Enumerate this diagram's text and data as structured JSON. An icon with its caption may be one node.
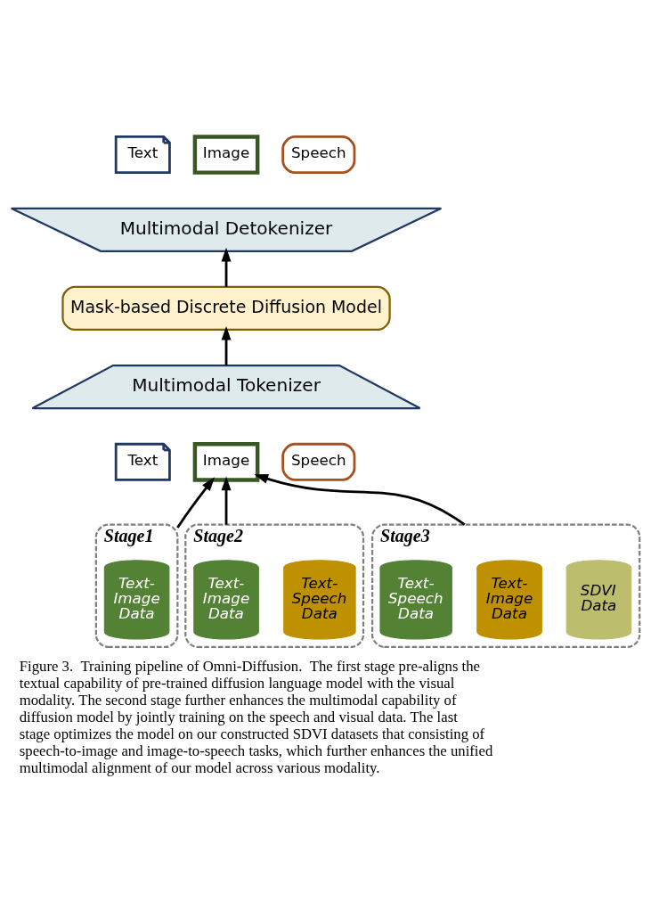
{
  "diagram": {
    "caption": "Figure 3.  Training pipeline of Omni-Diffusion.  The first stage pre-aligns the textual capability of pre-trained diffusion language model with the visual modality. The second stage further enhances the multimodal capability of diffusion model by jointly training on the speech and visual data. The last stage optimizes the model on our constructed SDVI datasets that consisting of speech-to-image and image-to-speech tasks, which further enhances the unified multimodal alignment of our model across various modality.",
    "nodes": [
      {
        "text": [
          "Text"
        ]
      },
      {
        "text": [
          "Image"
        ]
      },
      {
        "text": [
          "Speech"
        ]
      },
      {
        "text": [
          "Multimodal Detokenizer"
        ]
      },
      {
        "text": [
          "Mask-based Discrete Diffusion Model"
        ]
      },
      {
        "text": [
          "Multimodal Tokenizer"
        ]
      },
      {
        "text": [
          "Text"
        ]
      },
      {
        "text": [
          "Image"
        ]
      },
      {
        "text": [
          "Speech"
        ]
      },
      {
        "text": [
          "Stage1"
        ]
      },
      {
        "text": [
          "Text-Image Data"
        ],
        "in": 9
      },
      {
        "text": [
          "Stage2"
        ]
      },
      {
        "text": [
          "Text-Image Data"
        ],
        "in": 11
      },
      {
        "text": [
          "Text-Speech Data"
        ],
        "in": 11
      },
      {
        "text": [
          "Stage3"
        ]
      },
      {
        "text": [
          "Text-Speech Data"
        ],
        "in": 14
      },
      {
        "text": [
          "Text-Image Data"
        ],
        "in": 14
      },
      {
        "text": [
          "SDVI Data"
        ],
        "in": 14
      }
    ],
    "edges": [
      {
        "from": 4,
        "to": 3,
        "arrow": "to"
      },
      {
        "from": 5,
        "to": 4,
        "arrow": "to"
      },
      {
        "from": 9,
        "to": 7,
        "arrow": "to"
      },
      {
        "from": 11,
        "to": 7,
        "arrow": "to"
      },
      {
        "from": 14,
        "to": 7,
        "arrow": "to"
      }
    ]
  }
}
